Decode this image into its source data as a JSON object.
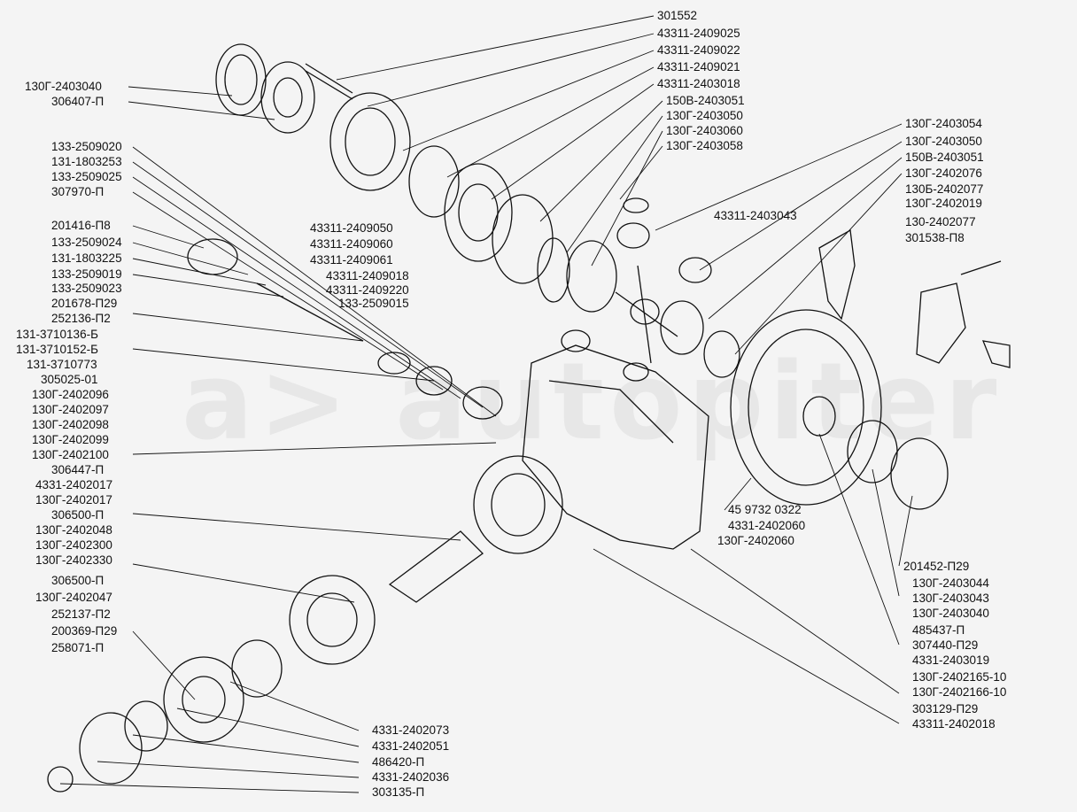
{
  "watermark_text": "a> autopiter",
  "labels_top_right": [
    "301552",
    "43311-2409025",
    "43311-2409022",
    "43311-2409021",
    "43311-2403018",
    "150В-2403051",
    "130Г-2403050",
    "130Г-2403060",
    "130Г-2403058"
  ],
  "labels_right_group": [
    "130Г-2403054",
    "130Г-2403050",
    "150В-2403051",
    "130Г-2402076",
    "130Б-2402077",
    "130Г-2402019",
    "130-2402077",
    "301538-П8"
  ],
  "labels_left_top": [
    "130Г-2403040",
    "306407-П"
  ],
  "labels_left": [
    "133-2509020",
    "131-1803253",
    "133-2509025",
    "307970-П",
    "201416-П8",
    "133-2509024",
    "131-1803225",
    "133-2509019",
    "133-2509023",
    "201678-П29",
    "252136-П2",
    "131-3710136-Б",
    "131-3710152-Б",
    "131-3710773",
    "305025-01",
    "130Г-2402096",
    "130Г-2402097",
    "130Г-2402098",
    "130Г-2402099",
    "130Г-2402100",
    "306447-П",
    "4331-2402017",
    "130Г-2402017",
    "306500-П",
    "130Г-2402048",
    "130Г-2402300",
    "130Г-2402330",
    "306500-П",
    "130Г-2402047",
    "252137-П2",
    "200369-П29",
    "258071-П"
  ],
  "labels_center": [
    "43311-2403043",
    "43311-2409050",
    "43311-2409060",
    "43311-2409061",
    "43311-2409018",
    "43311-2409220",
    "133-2509015"
  ],
  "labels_center_bottom": [
    "45 9732 0322",
    "4331-2402060",
    "130Г-2402060"
  ],
  "labels_bottom_right": [
    "201452-П29",
    "130Г-2403044",
    "130Г-2403043",
    "130Г-2403040",
    "485437-П",
    "307440-П29",
    "4331-2403019",
    "130Г-2402165-10",
    "130Г-2402166-10",
    "303129-П29",
    "43311-2402018"
  ],
  "labels_bottom": [
    "4331-2402073",
    "4331-2402051",
    "486420-П",
    "4331-2402036",
    "303135-П"
  ]
}
